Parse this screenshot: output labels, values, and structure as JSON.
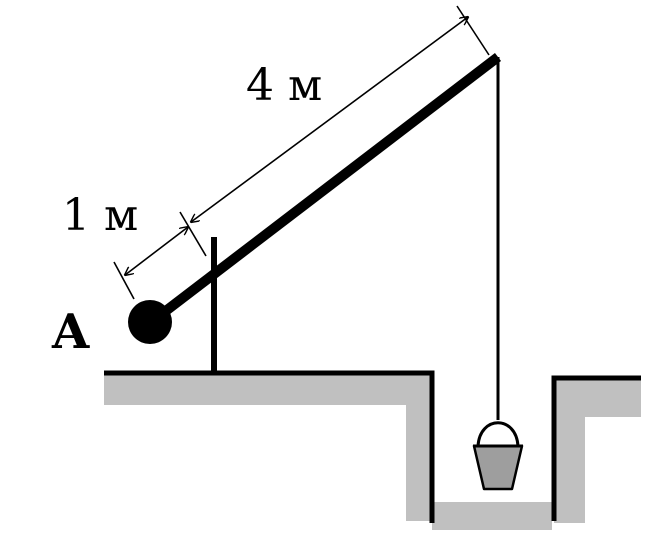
{
  "labels": {
    "point": "A",
    "short_arm": "1 м",
    "long_arm": "4 м"
  },
  "colors": {
    "ground": "#c0c0c0",
    "ink": "#000000",
    "bucket_body": "#9e9e9e",
    "background": "#ffffff"
  }
}
